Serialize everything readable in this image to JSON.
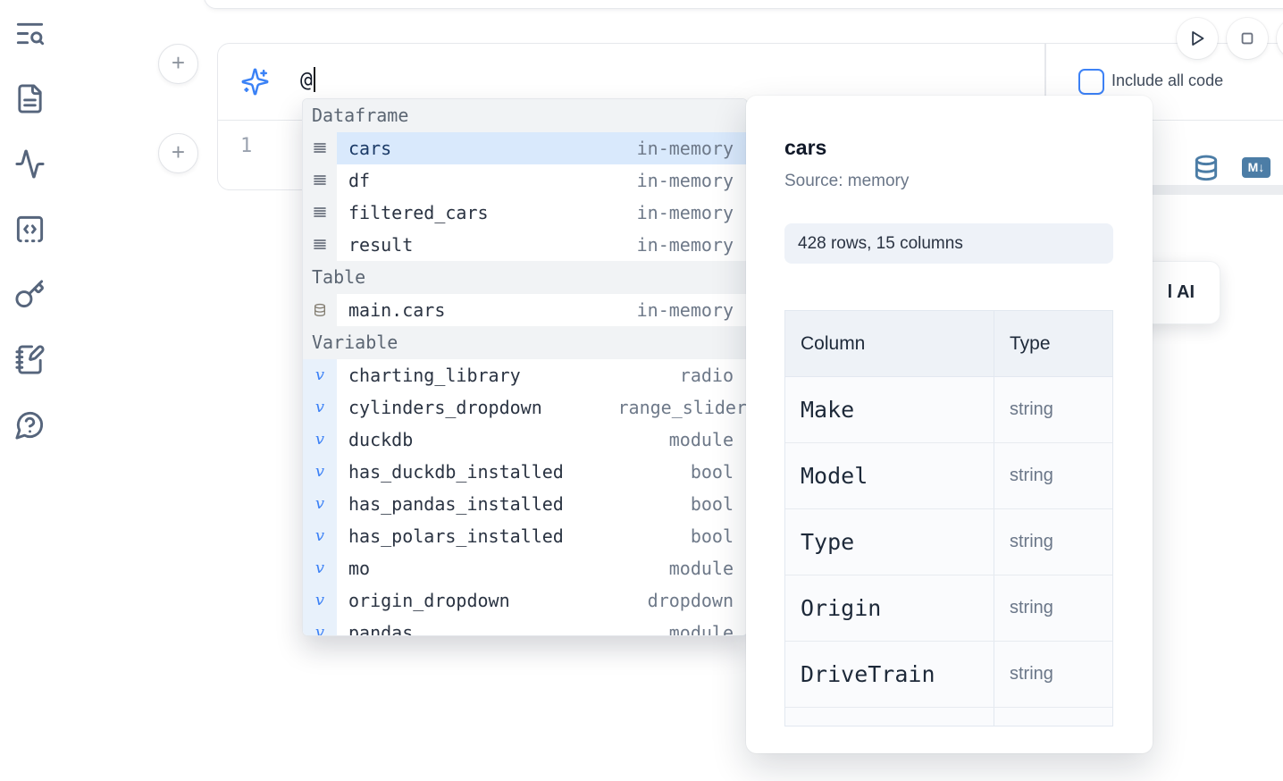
{
  "colors": {
    "accent_blue": "#3b82f6",
    "steel_icon": "#4c7da6",
    "selection_bg": "#d9e9fc",
    "section_bg": "#f1f3f5"
  },
  "sidebar": {
    "items": [
      {
        "icon": "text-search-icon"
      },
      {
        "icon": "file-text-icon"
      },
      {
        "icon": "activity-icon"
      },
      {
        "icon": "code-snippets-icon"
      },
      {
        "icon": "key-icon"
      },
      {
        "icon": "notebook-pen-icon"
      },
      {
        "icon": "help-bubble-icon"
      }
    ]
  },
  "run_controls": {
    "play_icon": "play-icon",
    "stop_icon": "stop-icon"
  },
  "prompt": {
    "sparkle_icon": "sparkles-icon",
    "value": "@",
    "include_all_code_label": "Include all code",
    "include_all_code_checked": false
  },
  "editor": {
    "line_number": "1"
  },
  "completion": {
    "sections": [
      {
        "label": "Dataframe",
        "icon": "rows-icon",
        "items": [
          {
            "name": "cars",
            "type": "in-memory",
            "selected": true
          },
          {
            "name": "df",
            "type": "in-memory"
          },
          {
            "name": "filtered_cars",
            "type": "in-memory"
          },
          {
            "name": "result",
            "type": "in-memory"
          }
        ]
      },
      {
        "label": "Table",
        "icon": "database-icon",
        "items": [
          {
            "name": "main.cars",
            "type": "in-memory"
          }
        ]
      },
      {
        "label": "Variable",
        "icon": "variable-icon",
        "items": [
          {
            "name": "charting_library",
            "type": "radio"
          },
          {
            "name": "cylinders_dropdown",
            "type": "range_slider"
          },
          {
            "name": "duckdb",
            "type": "module"
          },
          {
            "name": "has_duckdb_installed",
            "type": "bool"
          },
          {
            "name": "has_pandas_installed",
            "type": "bool"
          },
          {
            "name": "has_polars_installed",
            "type": "bool"
          },
          {
            "name": "mo",
            "type": "module"
          },
          {
            "name": "origin_dropdown",
            "type": "dropdown"
          },
          {
            "name": "pandas",
            "type": "module"
          }
        ]
      }
    ]
  },
  "preview": {
    "title": "cars",
    "source": "Source: memory",
    "shape_badge": "428 rows, 15 columns",
    "table": {
      "headers": [
        "Column",
        "Type"
      ],
      "rows": [
        {
          "column": "Make",
          "type": "string"
        },
        {
          "column": "Model",
          "type": "string"
        },
        {
          "column": "Type",
          "type": "string"
        },
        {
          "column": "Origin",
          "type": "string"
        },
        {
          "column": "DriveTrain",
          "type": "string"
        }
      ]
    }
  },
  "output_actions": {
    "database_icon": "database-icon",
    "markdown_badge": "M↓"
  },
  "partial_ai_button": {
    "visible_label": "l AI"
  }
}
